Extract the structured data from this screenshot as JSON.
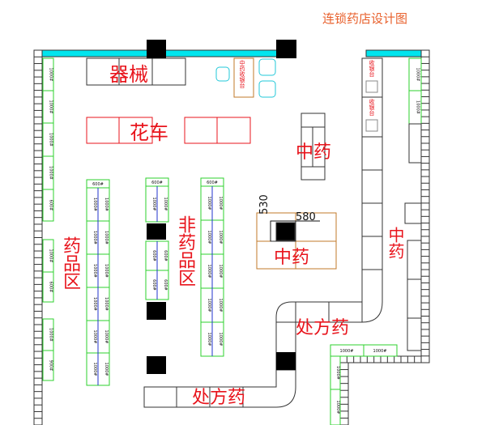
{
  "title": "连锁药店设计图",
  "areas": {
    "equipment": "器械",
    "flower_cart": "花车",
    "medicine_zone": "药品区",
    "non_medicine_zone": "非药品区",
    "tcm_1": "中药",
    "tcm_2": "中药",
    "tcm_3": "中药",
    "prescription_1": "处方药",
    "prescription_2": "处方药",
    "tcm_cashier": "中药收银台",
    "cashier_1": "收银台",
    "cashier_2": "收银台"
  },
  "dimensions": {
    "height": "530",
    "width": "580"
  },
  "shelves": {
    "left_wall": [
      "1000#",
      "1000#",
      "1000#",
      "1000#",
      "600#",
      "1000#",
      "600#",
      "1000#",
      "900#"
    ],
    "gondola_1_top": "600#",
    "gondola_1_left": [
      "1000#",
      "1000#",
      "1000#",
      "1000#",
      "1000#",
      "1000#"
    ],
    "gondola_1_right": [
      "1000#",
      "1000#",
      "1000#",
      "1000#",
      "1000#",
      "1000#"
    ],
    "gondola_2_top": "600#",
    "gondola_2_left": [
      "1000#",
      "600#",
      "600#"
    ],
    "gondola_2_right": [
      "1000#",
      "600#",
      "600#"
    ],
    "gondola_3_top": "600#",
    "gondola_3_left": [
      "1000#",
      "1000#",
      "1000#",
      "1000#",
      "1000#"
    ],
    "gondola_3_right": [
      "1000#",
      "1000#",
      "1000#",
      "1000#",
      "1000#"
    ],
    "right_wall": [
      "1000#",
      "1000#"
    ],
    "bottom_horizontal": [
      "1000#",
      "1000#"
    ],
    "bottom_vertical": [
      "1000#",
      "1000#"
    ]
  },
  "colors": {
    "label": "#e8141c",
    "shelf": "#2ed12e",
    "wall": "#00e5ee",
    "title": "#e8602c",
    "counter": "#c07a2a"
  }
}
